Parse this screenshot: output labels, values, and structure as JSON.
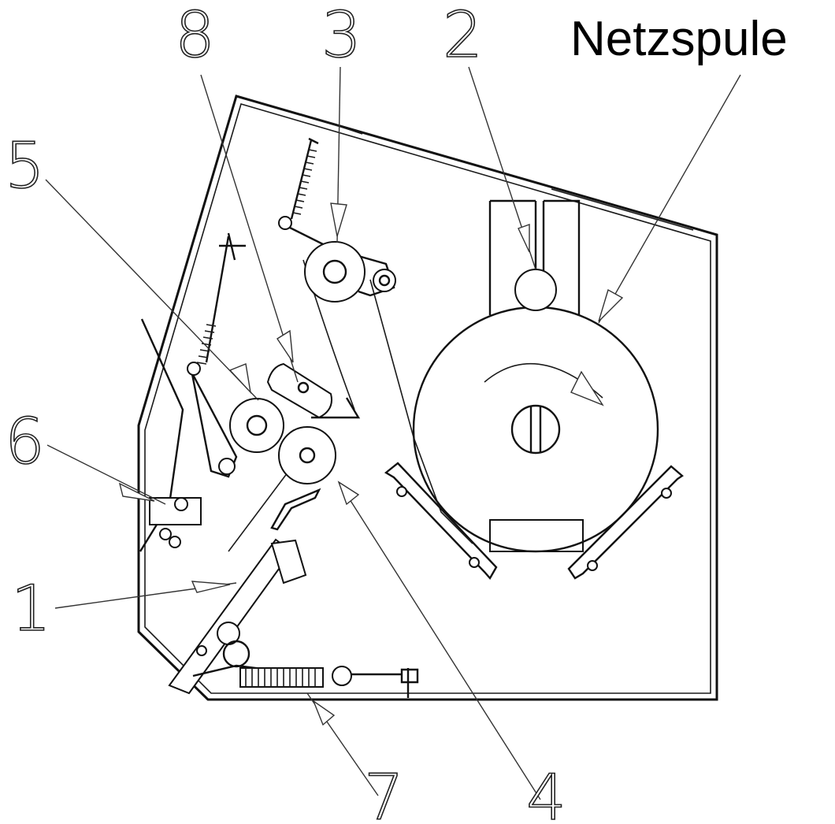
{
  "title": "Netzspule",
  "labels": [
    "1",
    "2",
    "3",
    "4",
    "5",
    "6",
    "7",
    "8"
  ],
  "colors": {
    "line": "#111111",
    "background": "#ffffff"
  }
}
